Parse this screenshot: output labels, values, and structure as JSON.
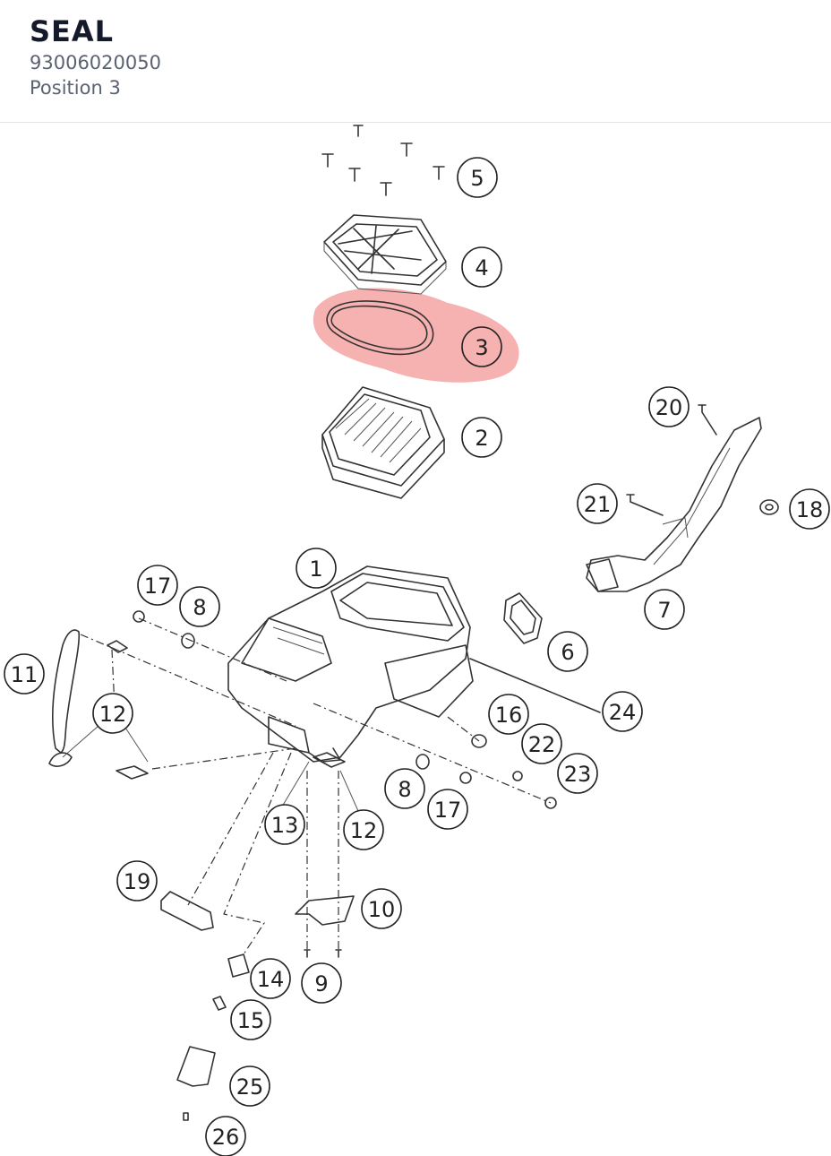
{
  "header": {
    "title": "SEAL",
    "part_number": "93006020050",
    "position": "Position 3"
  },
  "diagram": {
    "highlight_color": "#f4a3a3",
    "highlighted_callout": "3",
    "callouts": [
      "1",
      "2",
      "3",
      "4",
      "5",
      "6",
      "7",
      "8",
      "8",
      "9",
      "10",
      "11",
      "12",
      "12",
      "13",
      "14",
      "15",
      "16",
      "17",
      "17",
      "18",
      "19",
      "20",
      "21",
      "22",
      "23",
      "24",
      "25",
      "26"
    ]
  }
}
